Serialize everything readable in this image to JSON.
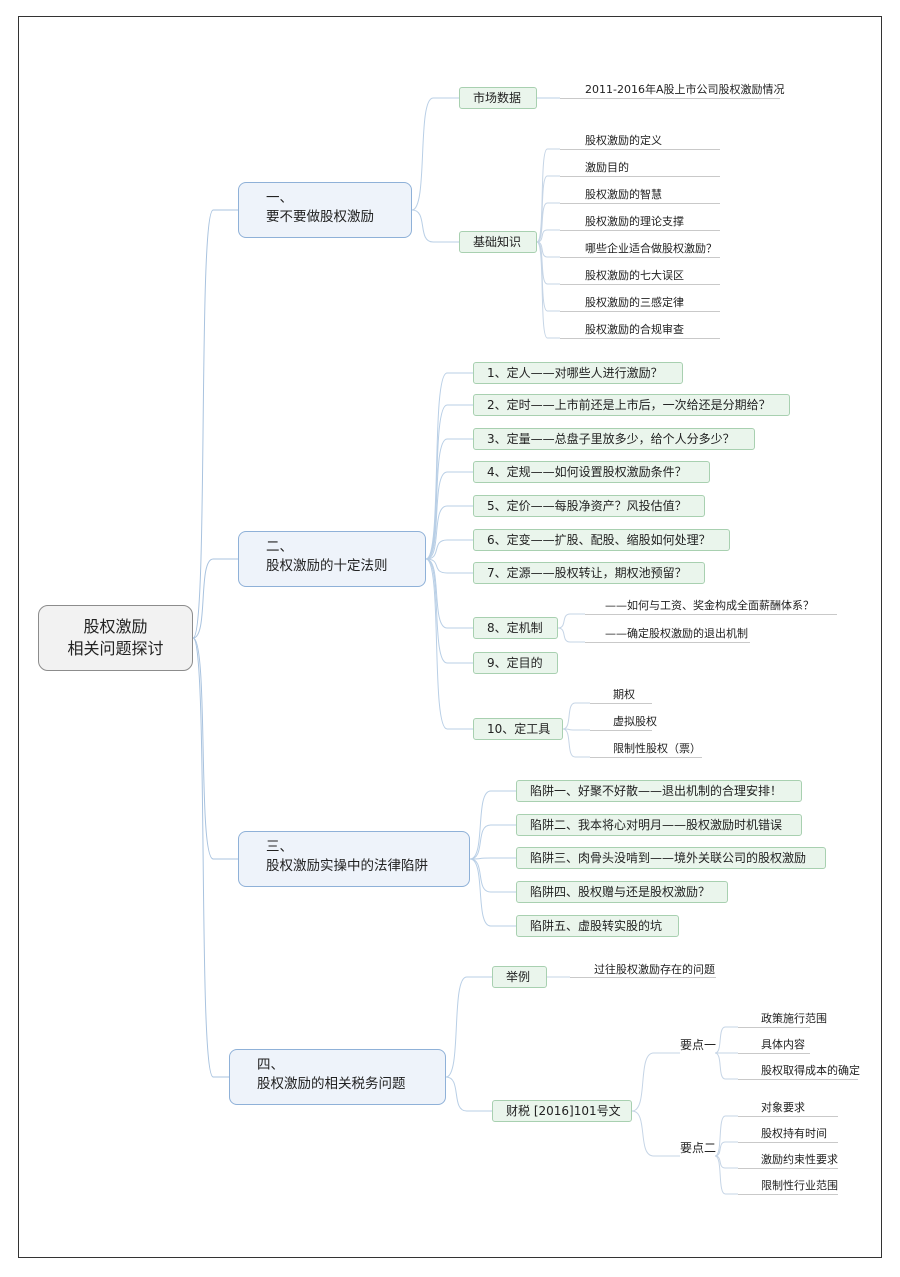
{
  "root": {
    "line1": "股权激励",
    "line2": "相关问题探讨"
  },
  "b1": {
    "num": "一、",
    "title": "要不要做股权激励",
    "market": {
      "label": "市场数据",
      "leaf": "2011-2016年A股上市公司股权激励情况"
    },
    "basic": {
      "label": "基础知识",
      "leaves": [
        "股权激励的定义",
        "激励目的",
        "股权激励的智慧",
        "股权激励的理论支撑",
        "哪些企业适合做股权激励？",
        "股权激励的七大误区",
        "股权激励的三感定律",
        "股权激励的合规审查"
      ]
    }
  },
  "b2": {
    "num": "二、",
    "title": "股权激励的十定法则",
    "items": [
      "1、定人——对哪些人进行激励？",
      "2、定时——上市前还是上市后，一次给还是分期给？",
      "3、定量——总盘子里放多少，给个人分多少？",
      "4、定规——如何设置股权激励条件？",
      "5、定价——每股净资产？风投估值？",
      "6、定变——扩股、配股、缩股如何处理？",
      "7、定源——股权转让，期权池预留？",
      "8、定机制",
      "9、定目的",
      "10、定工具"
    ],
    "mechanism_leaves": [
      "——如何与工资、奖金构成全面薪酬体系？",
      "——确定股权激励的退出机制"
    ],
    "tool_leaves": [
      "期权",
      "虚拟股权",
      "限制性股权（票）"
    ]
  },
  "b3": {
    "num": "三、",
    "title": "股权激励实操中的法律陷阱",
    "items": [
      "陷阱一、好聚不好散——退出机制的合理安排！",
      "陷阱二、我本将心对明月——股权激励时机错误",
      "陷阱三、肉骨头没啃到——境外关联公司的股权激励",
      "陷阱四、股权赠与还是股权激励？",
      "陷阱五、虚股转实股的坑"
    ]
  },
  "b4": {
    "num": "四、",
    "title": "股权激励的相关税务问题",
    "example": {
      "label": "举例",
      "leaf": "过往股权激励存在的问题"
    },
    "doc": {
      "label": "财税 [2016]101号文",
      "point1": {
        "label": "要点一",
        "leaves": [
          "政策施行范围",
          "具体内容",
          "股权取得成本的确定"
        ]
      },
      "point2": {
        "label": "要点二",
        "leaves": [
          "对象要求",
          "股权持有时间",
          "激励约束性要求",
          "限制性行业范围"
        ]
      }
    }
  }
}
